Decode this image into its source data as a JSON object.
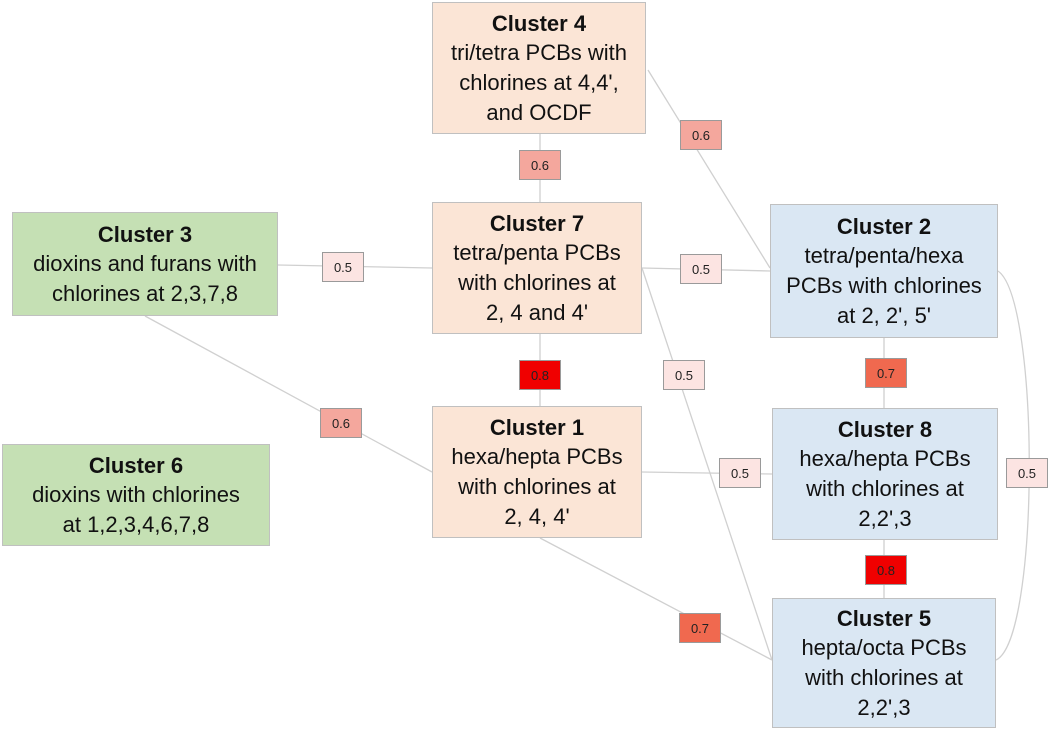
{
  "colors": {
    "orange_fill": "#fbe5d6",
    "blue_fill": "#dae7f3",
    "green_fill": "#c5e0b4",
    "edge_line": "#d0d0d0",
    "weight_0_5": "#fce4e2",
    "weight_0_6": "#f4a79d",
    "weight_0_7": "#f0694f",
    "weight_0_8": "#f00000"
  },
  "clusters": {
    "c1": {
      "title": "Cluster 1",
      "desc": "hexa/hepta PCBs\nwith chlorines at\n2, 4, 4'",
      "group": "orange"
    },
    "c2": {
      "title": "Cluster 2",
      "desc": "tetra/penta/hexa\nPCBs with chlorines\nat 2, 2', 5'",
      "group": "blue"
    },
    "c3": {
      "title": "Cluster 3",
      "desc": "dioxins and furans with\nchlorines at 2,3,7,8",
      "group": "green"
    },
    "c4": {
      "title": "Cluster 4",
      "desc": "tri/tetra PCBs with\nchlorines at 4,4',\nand OCDF",
      "group": "orange"
    },
    "c5": {
      "title": "Cluster 5",
      "desc": "hepta/octa PCBs\nwith chlorines at\n2,2',3",
      "group": "blue"
    },
    "c6": {
      "title": "Cluster 6",
      "desc": "dioxins with chlorines\nat 1,2,3,4,6,7,8",
      "group": "green"
    },
    "c7": {
      "title": "Cluster 7",
      "desc": "tetra/penta PCBs\nwith chlorines at\n2, 4 and 4'",
      "group": "orange"
    },
    "c8": {
      "title": "Cluster 8",
      "desc": "hexa/hepta PCBs\nwith chlorines at\n2,2',3",
      "group": "blue"
    }
  },
  "edges": [
    {
      "from": "c4",
      "to": "c7",
      "weight": "0.6"
    },
    {
      "from": "c4",
      "to": "c2",
      "weight": "0.6"
    },
    {
      "from": "c3",
      "to": "c7",
      "weight": "0.5"
    },
    {
      "from": "c7",
      "to": "c2",
      "weight": "0.5"
    },
    {
      "from": "c7",
      "to": "c1",
      "weight": "0.8"
    },
    {
      "from": "c7",
      "to": "c5",
      "weight": "0.5"
    },
    {
      "from": "c3",
      "to": "c1",
      "weight": "0.6"
    },
    {
      "from": "c1",
      "to": "c8",
      "weight": "0.5"
    },
    {
      "from": "c2",
      "to": "c8",
      "weight": "0.7"
    },
    {
      "from": "c2",
      "to": "c5",
      "weight": "0.5"
    },
    {
      "from": "c8",
      "to": "c5",
      "weight": "0.8"
    },
    {
      "from": "c1",
      "to": "c5",
      "weight": "0.7"
    }
  ]
}
